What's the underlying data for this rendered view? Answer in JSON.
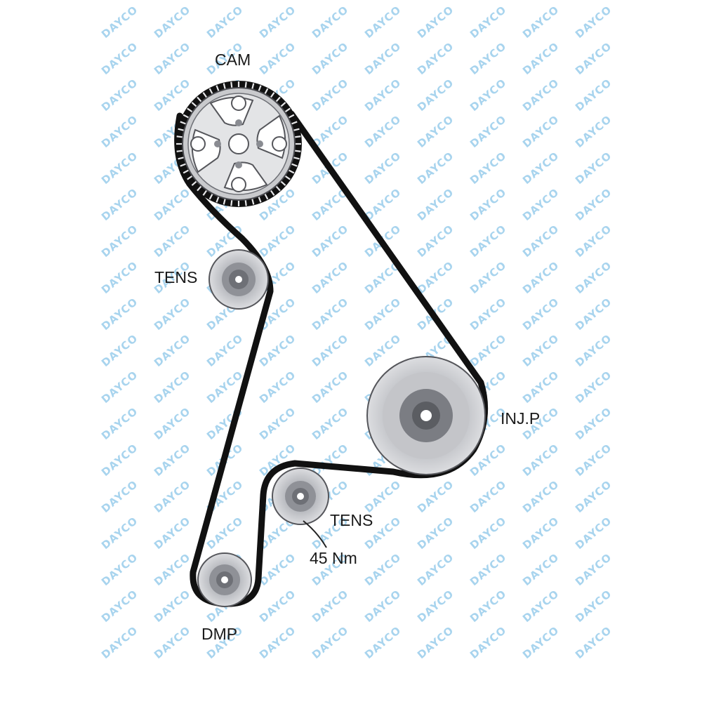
{
  "watermark": {
    "text": "DAYCO",
    "color": "#a8d4ee"
  },
  "colors": {
    "belt": "#111111",
    "pulley_light": "#d2d3d6",
    "pulley_mid": "#a9abb0",
    "pulley_dark": "#6e7076"
  },
  "labels": {
    "cam": "CAM",
    "tens_upper": "TENS",
    "inj_p": "INJ.P",
    "tens_lower": "TENS",
    "torque": "45 Nm",
    "dmp": "DMP"
  }
}
